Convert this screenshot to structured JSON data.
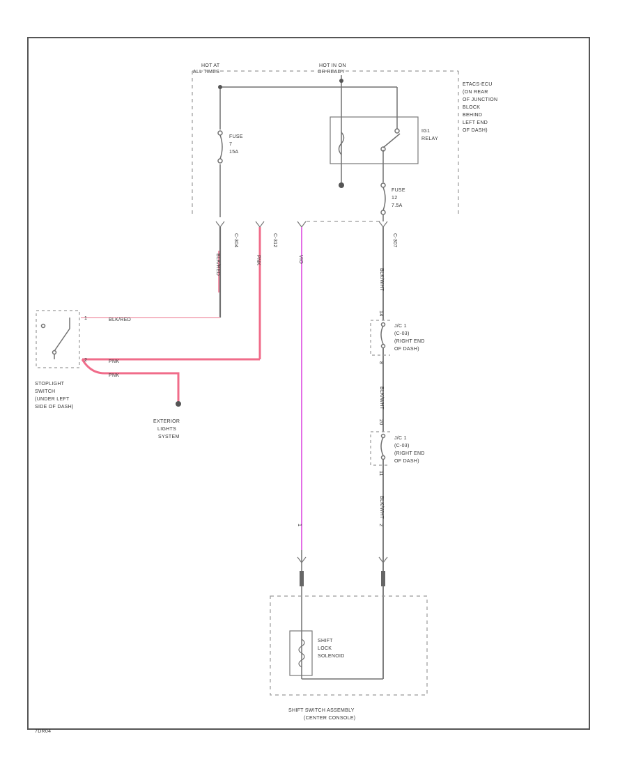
{
  "colors": {
    "wire_black": "#707070",
    "wire_pink_red": "#f06c8a",
    "wire_violet": "#e36ee6",
    "frame": "#555555"
  },
  "diagram": {
    "figure_id": "7DR04",
    "power_sources": {
      "hot_at_all_times": [
        "HOT AT",
        "ALL TIMES"
      ],
      "hot_in_on": [
        "HOT IN ON",
        "OR READY"
      ]
    },
    "junction_block_label": [
      "ETACS-ECU",
      "(ON REAR",
      "OF JUNCTION",
      "BLOCK",
      "BEHIND",
      "LEFT END",
      "OF DASH)"
    ],
    "fuse_left": [
      "FUSE",
      "7",
      "15A"
    ],
    "fuse_right": [
      "FUSE",
      "12",
      "7.5A"
    ],
    "relay_label": [
      "IG1",
      "RELAY"
    ],
    "connector_ids": [
      "C-304",
      "C-312",
      "C-307"
    ],
    "wire_colors": [
      "BLK/RED",
      "PNK",
      "VIO",
      "BLK/WHT"
    ],
    "stoplight_switch": [
      "STOPLIGHT",
      "SWITCH",
      "(UNDER LEFT",
      "SIDE OF DASH)"
    ],
    "switch_pins": [
      "1",
      "2"
    ],
    "stoplight_wire_labels": [
      "BLK/RED",
      "PNK",
      "PNK"
    ],
    "exterior_lights": [
      "EXTERIOR",
      "LIGHTS",
      "SYSTEM"
    ],
    "joint_connector_1": [
      "J/C 1",
      "(C-03)",
      "(RIGHT END",
      "OF DASH)"
    ],
    "joint_connector_2": [
      "J/C 1",
      "(C-03)",
      "(RIGHT END",
      "OF DASH)"
    ],
    "jc_pins": [
      "14",
      "8",
      "20",
      "11"
    ],
    "bottom_pins": [
      "1",
      "2"
    ],
    "shift_lock_solenoid": [
      "SHIFT",
      "LOCK",
      "SOLENOID"
    ],
    "shift_switch_assembly": [
      "SHIFT SWITCH ASSEMBLY",
      "(CENTER CONSOLE)"
    ]
  }
}
